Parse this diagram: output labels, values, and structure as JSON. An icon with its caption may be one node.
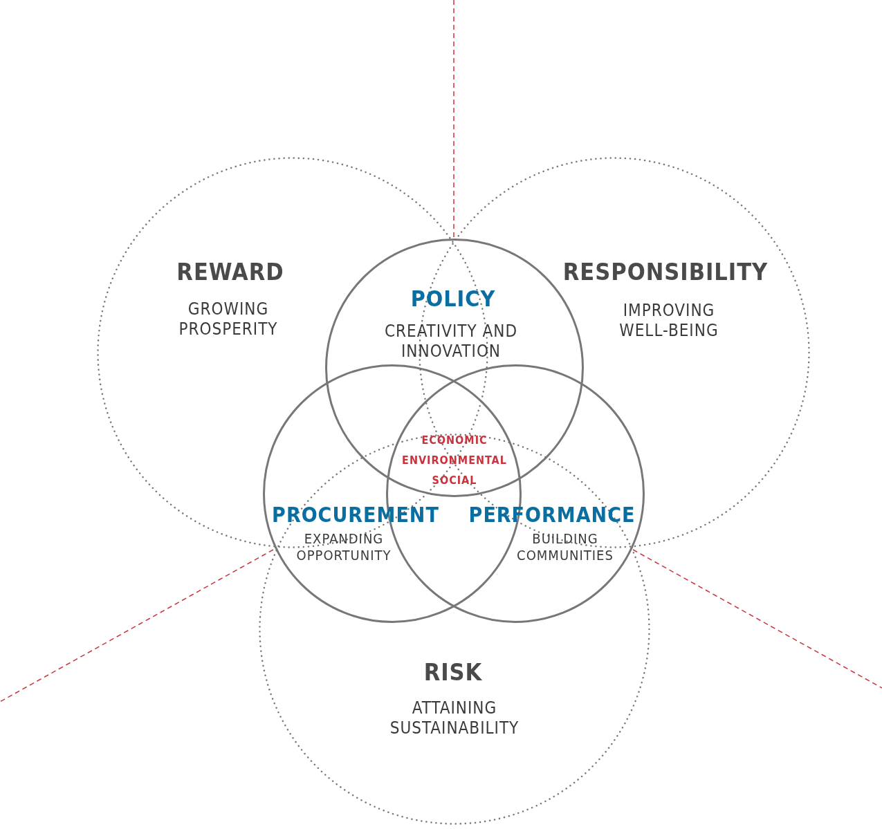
{
  "diagram": {
    "nodes": [
      {
        "text": [
          "REWARD",
          "GROWING PROSPERITY"
        ]
      },
      {
        "text": [
          "RESPONSIBILITY",
          "IMPROVING WELL-BEING"
        ]
      },
      {
        "text": [
          "POLICY",
          "CREATIVITY AND INNOVATION"
        ]
      },
      {
        "text": [
          "PROCUREMENT",
          "EXPANDING OPPORTUNITY"
        ]
      },
      {
        "text": [
          "PERFORMANCE",
          "BUILDING COMMUNITIES"
        ]
      },
      {
        "text": [
          "RISK",
          "ATTAINING SUSTAINABILITY"
        ]
      }
    ],
    "labels": [
      "ECONOMIC",
      "ENVIRONMENTAL",
      "SOCIAL"
    ]
  }
}
